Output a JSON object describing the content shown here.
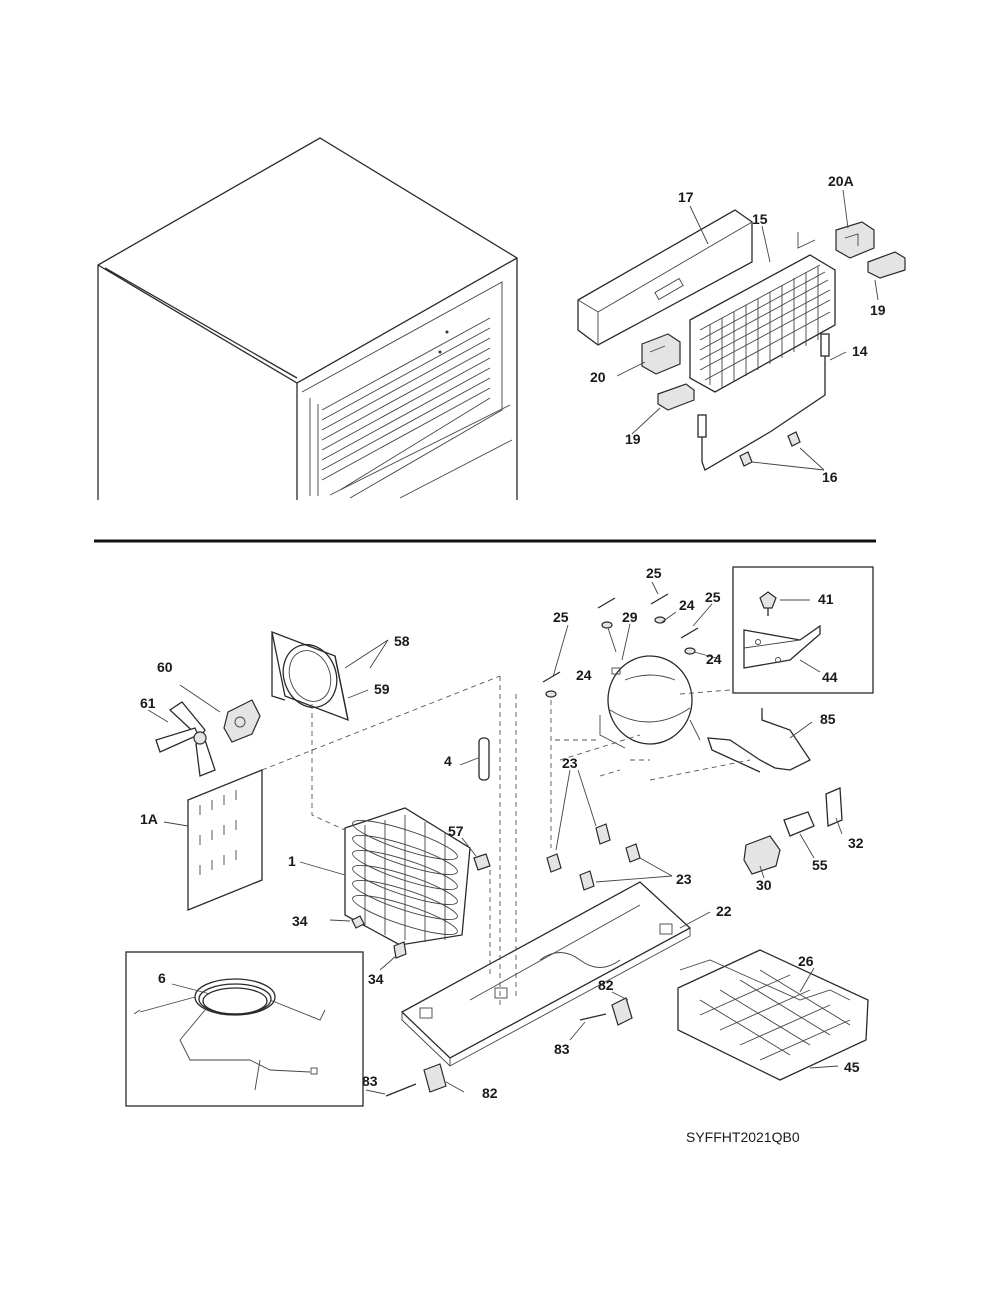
{
  "labels": {
    "p1": "1",
    "p1a": "1A",
    "p4": "4",
    "p6": "6",
    "p14": "14",
    "p15": "15",
    "p16": "16",
    "p17": "17",
    "p19a": "19",
    "p19b": "19",
    "p20": "20",
    "p20a": "20A",
    "p22": "22",
    "p23a": "23",
    "p23b": "23",
    "p24a": "24",
    "p24b": "24",
    "p24c": "24",
    "p25a": "25",
    "p25b": "25",
    "p25c": "25",
    "p26": "26",
    "p29": "29",
    "p30": "30",
    "p32": "32",
    "p34a": "34",
    "p34b": "34",
    "p41": "41",
    "p44": "44",
    "p45": "45",
    "p55": "55",
    "p57": "57",
    "p58": "58",
    "p59": "59",
    "p60": "60",
    "p61": "61",
    "p82a": "82",
    "p82b": "82",
    "p83a": "83",
    "p83b": "83",
    "p85": "85"
  },
  "diagram_code": "SYFFHT2021QB0"
}
